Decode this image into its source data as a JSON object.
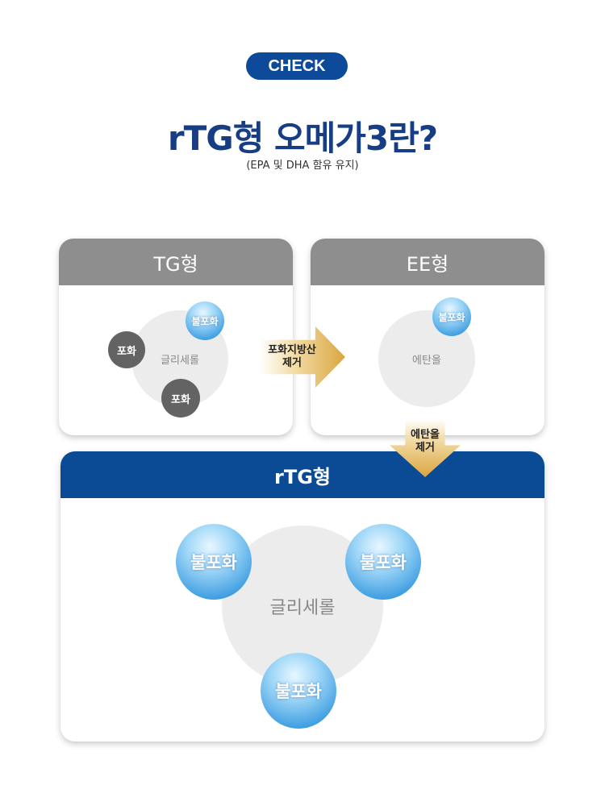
{
  "badge": "CHECK",
  "title": "rTG형 오메가3란?",
  "subtitle": "(EPA 및 DHA 함유 유지)",
  "tg_card": {
    "header": "TG형",
    "center": "글리세롤",
    "unsaturated": "불포화",
    "saturated": [
      "포화",
      "포화"
    ]
  },
  "ee_card": {
    "header": "EE형",
    "center": "에탄올",
    "unsaturated": "불포화"
  },
  "arrow_right": {
    "line1": "포화지방산",
    "line2": "제거"
  },
  "arrow_down": {
    "line1": "에탄올",
    "line2": "제거"
  },
  "rtg_card": {
    "header": "rTG형",
    "center": "글리세롤",
    "unsaturated": [
      "불포화",
      "불포화",
      "불포화"
    ]
  },
  "colors": {
    "navy": "#0b4a94",
    "gray_header": "#8e8e8e",
    "gold": "#d9a640"
  }
}
